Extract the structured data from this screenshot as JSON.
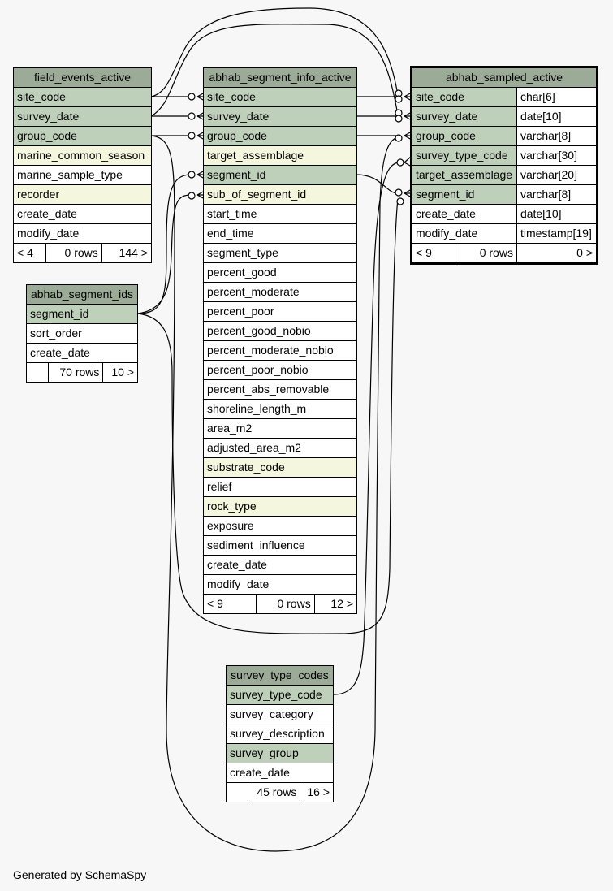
{
  "footer": "Generated by SchemaSpy",
  "colors": {
    "header": "#9cab97",
    "key": "#bfd0ba",
    "indexed": "#f4f7dd",
    "plain": "#ffffff",
    "background": "#f7f7f7"
  },
  "field_events_active": {
    "name": "field_events_active",
    "rows": [
      "site_code",
      "survey_date",
      "group_code",
      "marine_common_season",
      "marine_sample_type",
      "recorder",
      "create_date",
      "modify_date"
    ],
    "foot": {
      "parents": "< 4",
      "count": "0 rows",
      "children": "144 >"
    }
  },
  "abhab_segment_ids": {
    "name": "abhab_segment_ids",
    "rows": [
      "segment_id",
      "sort_order",
      "create_date"
    ],
    "foot": {
      "parents": "",
      "count": "70 rows",
      "children": "10 >"
    }
  },
  "abhab_segment_info_active": {
    "name": "abhab_segment_info_active",
    "rows": [
      "site_code",
      "survey_date",
      "group_code",
      "target_assemblage",
      "segment_id",
      "sub_of_segment_id",
      "start_time",
      "end_time",
      "segment_type",
      "percent_good",
      "percent_moderate",
      "percent_poor",
      "percent_good_nobio",
      "percent_moderate_nobio",
      "percent_poor_nobio",
      "percent_abs_removable",
      "shoreline_length_m",
      "area_m2",
      "adjusted_area_m2",
      "substrate_code",
      "relief",
      "rock_type",
      "exposure",
      "sediment_influence",
      "create_date",
      "modify_date"
    ],
    "foot": {
      "parents": "< 9",
      "count": "0 rows",
      "children": "12 >"
    }
  },
  "abhab_sampled_active": {
    "name": "abhab_sampled_active",
    "rows": [
      {
        "col": "site_code",
        "type": "char[6]"
      },
      {
        "col": "survey_date",
        "type": "date[10]"
      },
      {
        "col": "group_code",
        "type": "varchar[8]"
      },
      {
        "col": "survey_type_code",
        "type": "varchar[30]"
      },
      {
        "col": "target_assemblage",
        "type": "varchar[20]"
      },
      {
        "col": "segment_id",
        "type": "varchar[8]"
      },
      {
        "col": "create_date",
        "type": "date[10]"
      },
      {
        "col": "modify_date",
        "type": "timestamp[19]"
      }
    ],
    "foot": {
      "parents": "< 9",
      "count": "0 rows",
      "children": "0 >"
    }
  },
  "survey_type_codes": {
    "name": "survey_type_codes",
    "rows": [
      "survey_type_code",
      "survey_category",
      "survey_description",
      "survey_group",
      "create_date"
    ],
    "foot": {
      "parents": "",
      "count": "45 rows",
      "children": "16 >"
    }
  }
}
